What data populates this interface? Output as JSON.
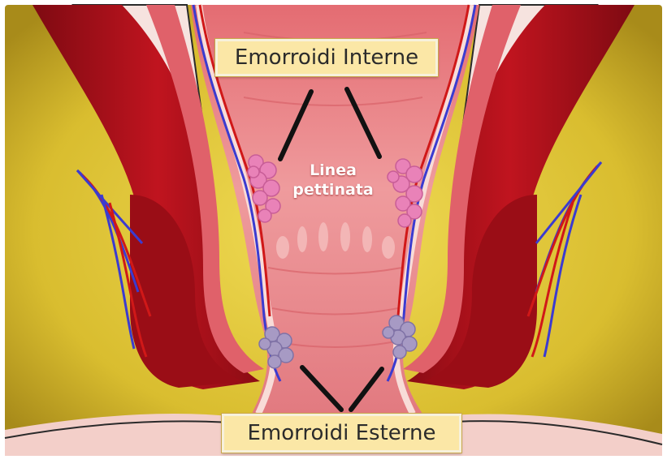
{
  "labels": {
    "internal_hemorrhoids": "Emorroidi Interne",
    "pectinate_line_1": "Linea",
    "pectinate_line_2": "pettinata",
    "external_hemorrhoids": "Emorroidi Esterne"
  },
  "colors": {
    "background": "#dcc235",
    "muscle": "#b2101b",
    "muscle_dark": "#7e0a12",
    "mucosa": "#e58a8c",
    "lining_pale": "#f6d6d2",
    "internal_hemorrhoid": "#e982b8",
    "external_hemorrhoid": "#a79ac4",
    "vein": "#3b3bd0",
    "artery": "#d01818",
    "label_fill": "#fbe7a6"
  },
  "icons": {
    "internal_cluster": "internal-hemorrhoid-cluster-icon",
    "external_cluster": "external-hemorrhoid-cluster-icon"
  }
}
